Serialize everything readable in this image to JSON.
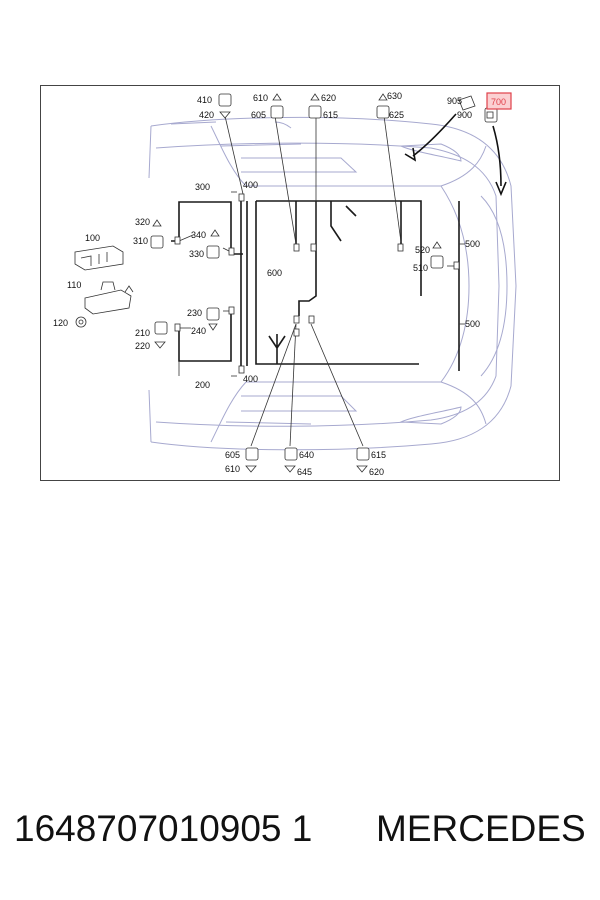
{
  "diagram": {
    "labels": {
      "l100": "100",
      "l110": "110",
      "l120": "120",
      "l200": "200",
      "l210": "210",
      "l220": "220",
      "l230": "230",
      "l240": "240",
      "l300": "300",
      "l310": "310",
      "l320": "320",
      "l330": "330",
      "l340": "340",
      "l400_top": "400",
      "l400_bottom": "400",
      "l410": "410",
      "l420": "420",
      "l500_upper": "500",
      "l500_lower": "500",
      "l510": "510",
      "l520": "520",
      "l600": "600",
      "l605_top": "605",
      "l610_top": "610",
      "l615_top": "615",
      "l620_top": "620",
      "l625": "625",
      "l630": "630",
      "l605_bottom": "605",
      "l610_bottom": "610",
      "l640": "640",
      "l645": "645",
      "l615_bottom": "615",
      "l620_bottom": "620",
      "l700": "700",
      "l900": "900",
      "l905": "905"
    },
    "highlight": {
      "label": "700",
      "color": "#e0404a"
    }
  },
  "caption": {
    "part_number": "1648707010905 1",
    "brand": "MERCEDES"
  },
  "colors": {
    "car_outline": "#a7a9cf",
    "harness": "#1a1a1a",
    "highlight": "#e0404a"
  }
}
